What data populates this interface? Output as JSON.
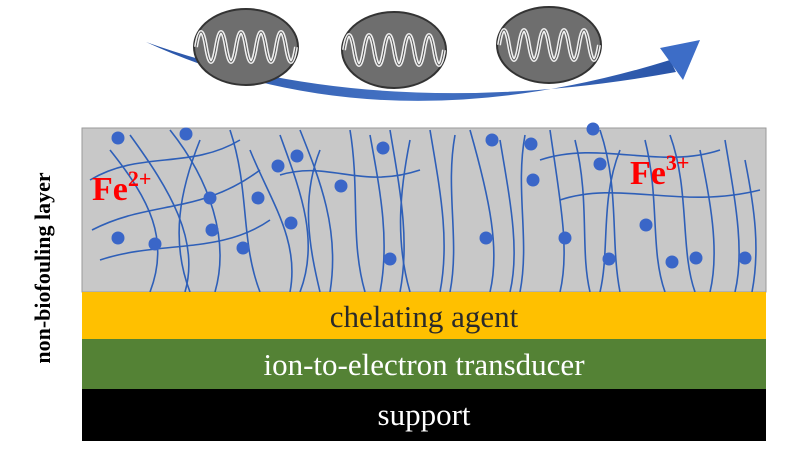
{
  "side_label": "non-biofouling layer",
  "ions": {
    "left": {
      "base": "Fe",
      "charge": "2+"
    },
    "right": {
      "base": "Fe",
      "charge": "3+"
    }
  },
  "layers": {
    "chelating": "chelating agent",
    "transducer": "ion-to-electron transducer",
    "support": "support"
  },
  "colors": {
    "polymer_layer": "#c8c8c8",
    "chelating_layer": "#ffc000",
    "transducer_layer": "#548235",
    "support_layer": "#000000",
    "fiber": "#2e5fb8",
    "particle": "#3a66c8",
    "ion_text": "#ff0000",
    "arrow": "#3d6dc7"
  },
  "icons": {
    "cells": "cell-organism-icon",
    "flow": "flow-arrow-icon"
  }
}
